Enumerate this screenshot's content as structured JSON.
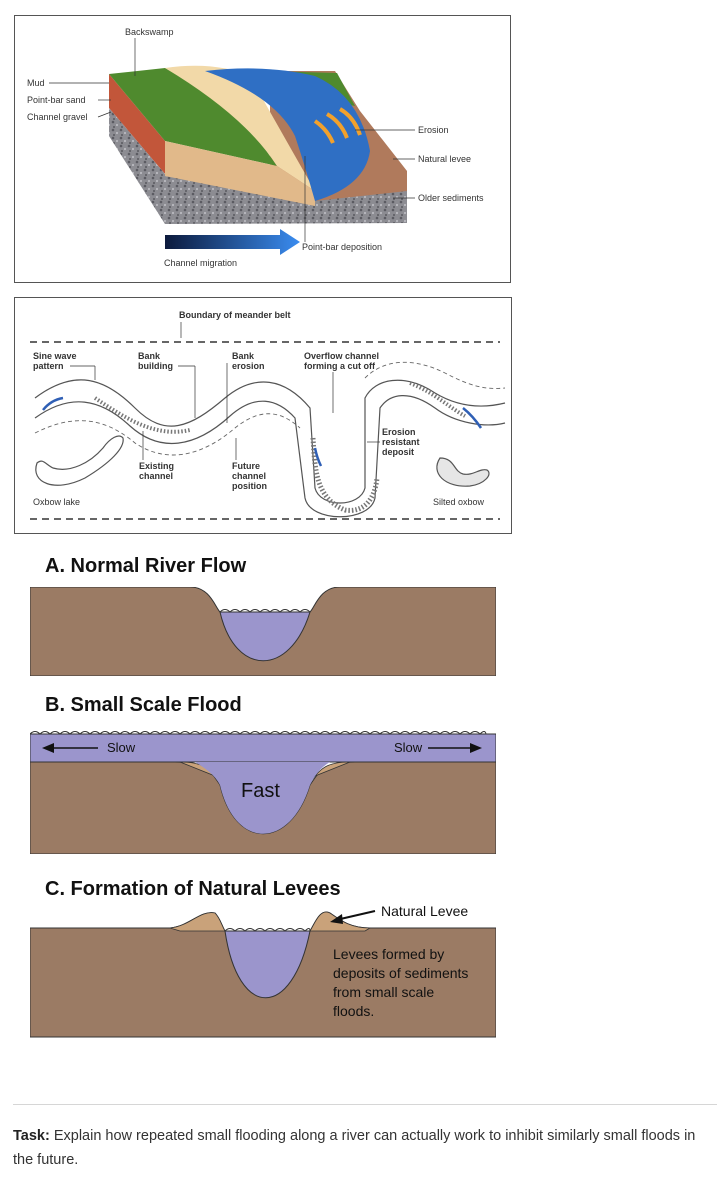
{
  "figure1": {
    "labels": {
      "backswamp": "Backswamp",
      "mud": "Mud",
      "point_bar_sand": "Point-bar sand",
      "channel_gravel": "Channel gravel",
      "erosion": "Erosion",
      "natural_levee": "Natural levee",
      "older_sediments": "Older sediments",
      "point_bar_deposition": "Point-bar deposition",
      "channel_migration": "Channel migration"
    }
  },
  "figure2": {
    "labels": {
      "boundary": "Boundary of meander belt",
      "sine_wave_1": "Sine wave",
      "sine_wave_2": "pattern",
      "bank_building_1": "Bank",
      "bank_building_2": "building",
      "bank_erosion_1": "Bank",
      "bank_erosion_2": "erosion",
      "overflow_1": "Overflow channel",
      "overflow_2": "forming a cut off",
      "erosion_resistant_1": "Erosion",
      "erosion_resistant_2": "resistant",
      "erosion_resistant_3": "deposit",
      "existing_1": "Existing",
      "existing_2": "channel",
      "future_1": "Future",
      "future_2": "channel",
      "future_3": "position",
      "oxbow_lake": "Oxbow lake",
      "silted_oxbow": "Silted oxbow"
    }
  },
  "panels": {
    "a": {
      "title": "A. Normal River Flow"
    },
    "b": {
      "title": "B. Small Scale Flood",
      "slow_left": "Slow",
      "slow_right": "Slow",
      "fast": "Fast"
    },
    "c": {
      "title": "C. Formation of Natural Levees",
      "natural_levee": "Natural Levee",
      "desc_1": "Levees formed by",
      "desc_2": "deposits of sediments",
      "desc_3": "from small scale",
      "desc_4": "floods."
    }
  },
  "task": {
    "label": "Task:",
    "text": "Explain how repeated small flooding along a river can actually work to inhibit similarly small floods in the future."
  },
  "colors": {
    "soil": "#9b7b64",
    "water": "#9b95cc",
    "levee": "#c9a27a",
    "grass": "#4f8a2e",
    "river_blue": "#2f6fc4",
    "sand": "#f2d9a8",
    "mud": "#c2703c"
  }
}
